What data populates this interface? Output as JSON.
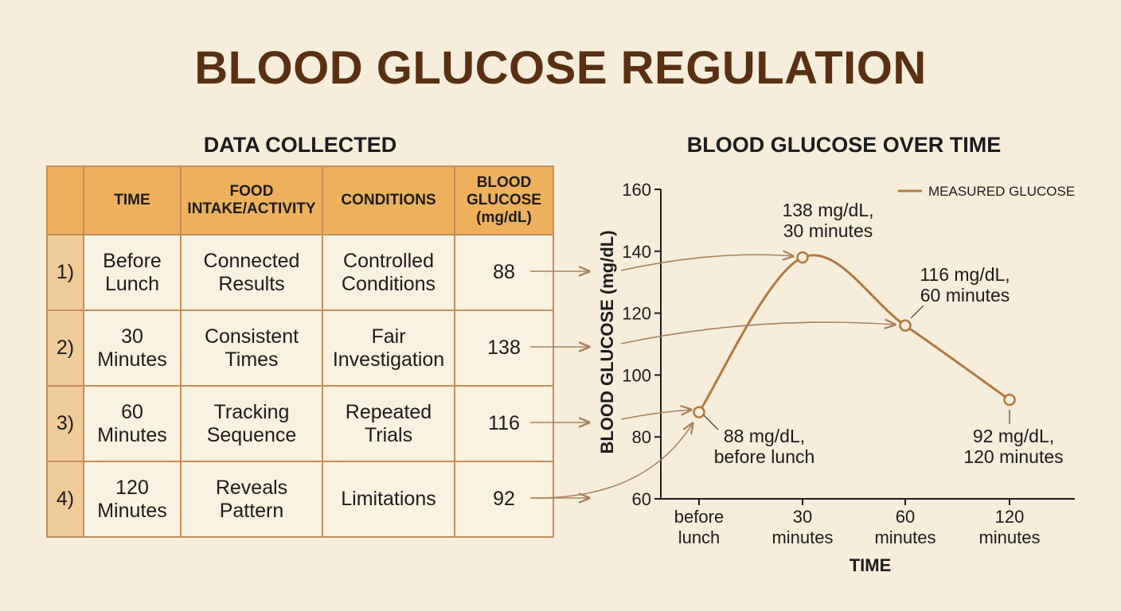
{
  "title": "BLOOD GLUCOSE REGULATION",
  "table": {
    "title": "DATA COLLECTED",
    "headers": [
      "",
      "TIME",
      "FOOD\nINTAKE/ACTIVITY",
      "CONDITIONS",
      "BLOOD\nGLUCOSE\n(mg/dL)"
    ],
    "rows": [
      {
        "num": "1)",
        "time": "Before\nLunch",
        "food": "Connected\nResults",
        "conditions": "Controlled\nConditions",
        "glucose": "88"
      },
      {
        "num": "2)",
        "time": "30\nMinutes",
        "food": "Consistent\nTimes",
        "conditions": "Fair\nInvestigation",
        "glucose": "138"
      },
      {
        "num": "3)",
        "time": "60\nMinutes",
        "food": "Tracking\nSequence",
        "conditions": "Repeated\nTrials",
        "glucose": "116"
      },
      {
        "num": "4)",
        "time": "120\nMinutes",
        "food": "Reveals\nPattern",
        "conditions": "Limitations",
        "glucose": "92"
      }
    ]
  },
  "colors": {
    "line": "#b07a3e",
    "arrow": "#a8825c",
    "axis": "#1c1c1c"
  },
  "chart_data": {
    "type": "line",
    "title": "BLOOD GLUCOSE OVER TIME",
    "xlabel": "TIME",
    "ylabel": "BLOOD GLUCOSE (mg/dL)",
    "ylim": [
      60,
      160
    ],
    "yticks": [
      60,
      80,
      100,
      120,
      140,
      160
    ],
    "categories": [
      "before\nlunch",
      "30\nminutes",
      "60\nminutes",
      "120\nminutes"
    ],
    "series": [
      {
        "name": "MEASURED GLUCOSE",
        "values": [
          88,
          138,
          116,
          92
        ]
      }
    ],
    "annotations": [
      "88 mg/dL,\nbefore lunch",
      "138 mg/dL,\n30 minutes",
      "116 mg/dL,\n60 minutes",
      "92 mg/dL,\n120 minutes"
    ],
    "legend_position": "top-right",
    "grid": false
  }
}
